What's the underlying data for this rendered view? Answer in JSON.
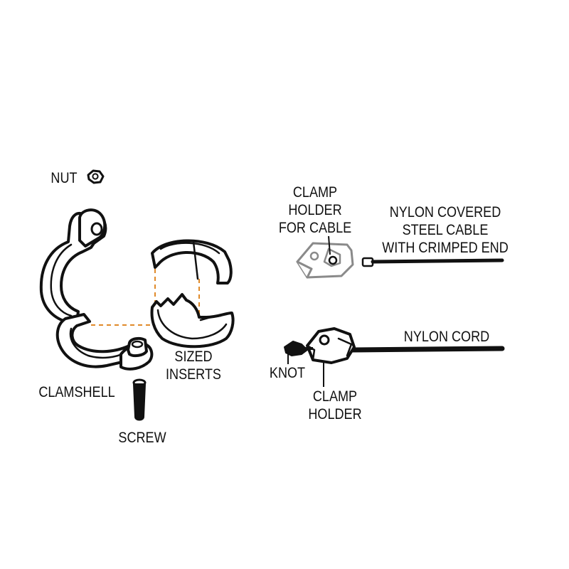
{
  "labels": {
    "nut": "NUT",
    "clamp_holder_for_cable": [
      "CLAMP",
      "HOLDER",
      "FOR CABLE"
    ],
    "nylon_covered_cable": [
      "NYLON COVERED",
      "STEEL CABLE",
      "WITH CRIMPED END"
    ],
    "clamshell": "CLAMSHELL",
    "sized_inserts": [
      "SIZED",
      "INSERTS"
    ],
    "screw": "SCREW",
    "knot": "KNOT",
    "clamp_holder": [
      "CLAMP",
      "HOLDER"
    ],
    "nylon_cord": "NYLON CORD"
  },
  "colors": {
    "ink": "#111111",
    "guide_dashes": "#e08a2a",
    "clamp_holder_for_cable_outline": "#8a8a8a"
  },
  "icons": [
    "hex-nut-icon",
    "clamshell-icon",
    "sized-inserts-icon",
    "screw-icon",
    "clamp-holder-icon",
    "steel-cable-icon",
    "knot-icon",
    "nylon-cord-icon"
  ]
}
